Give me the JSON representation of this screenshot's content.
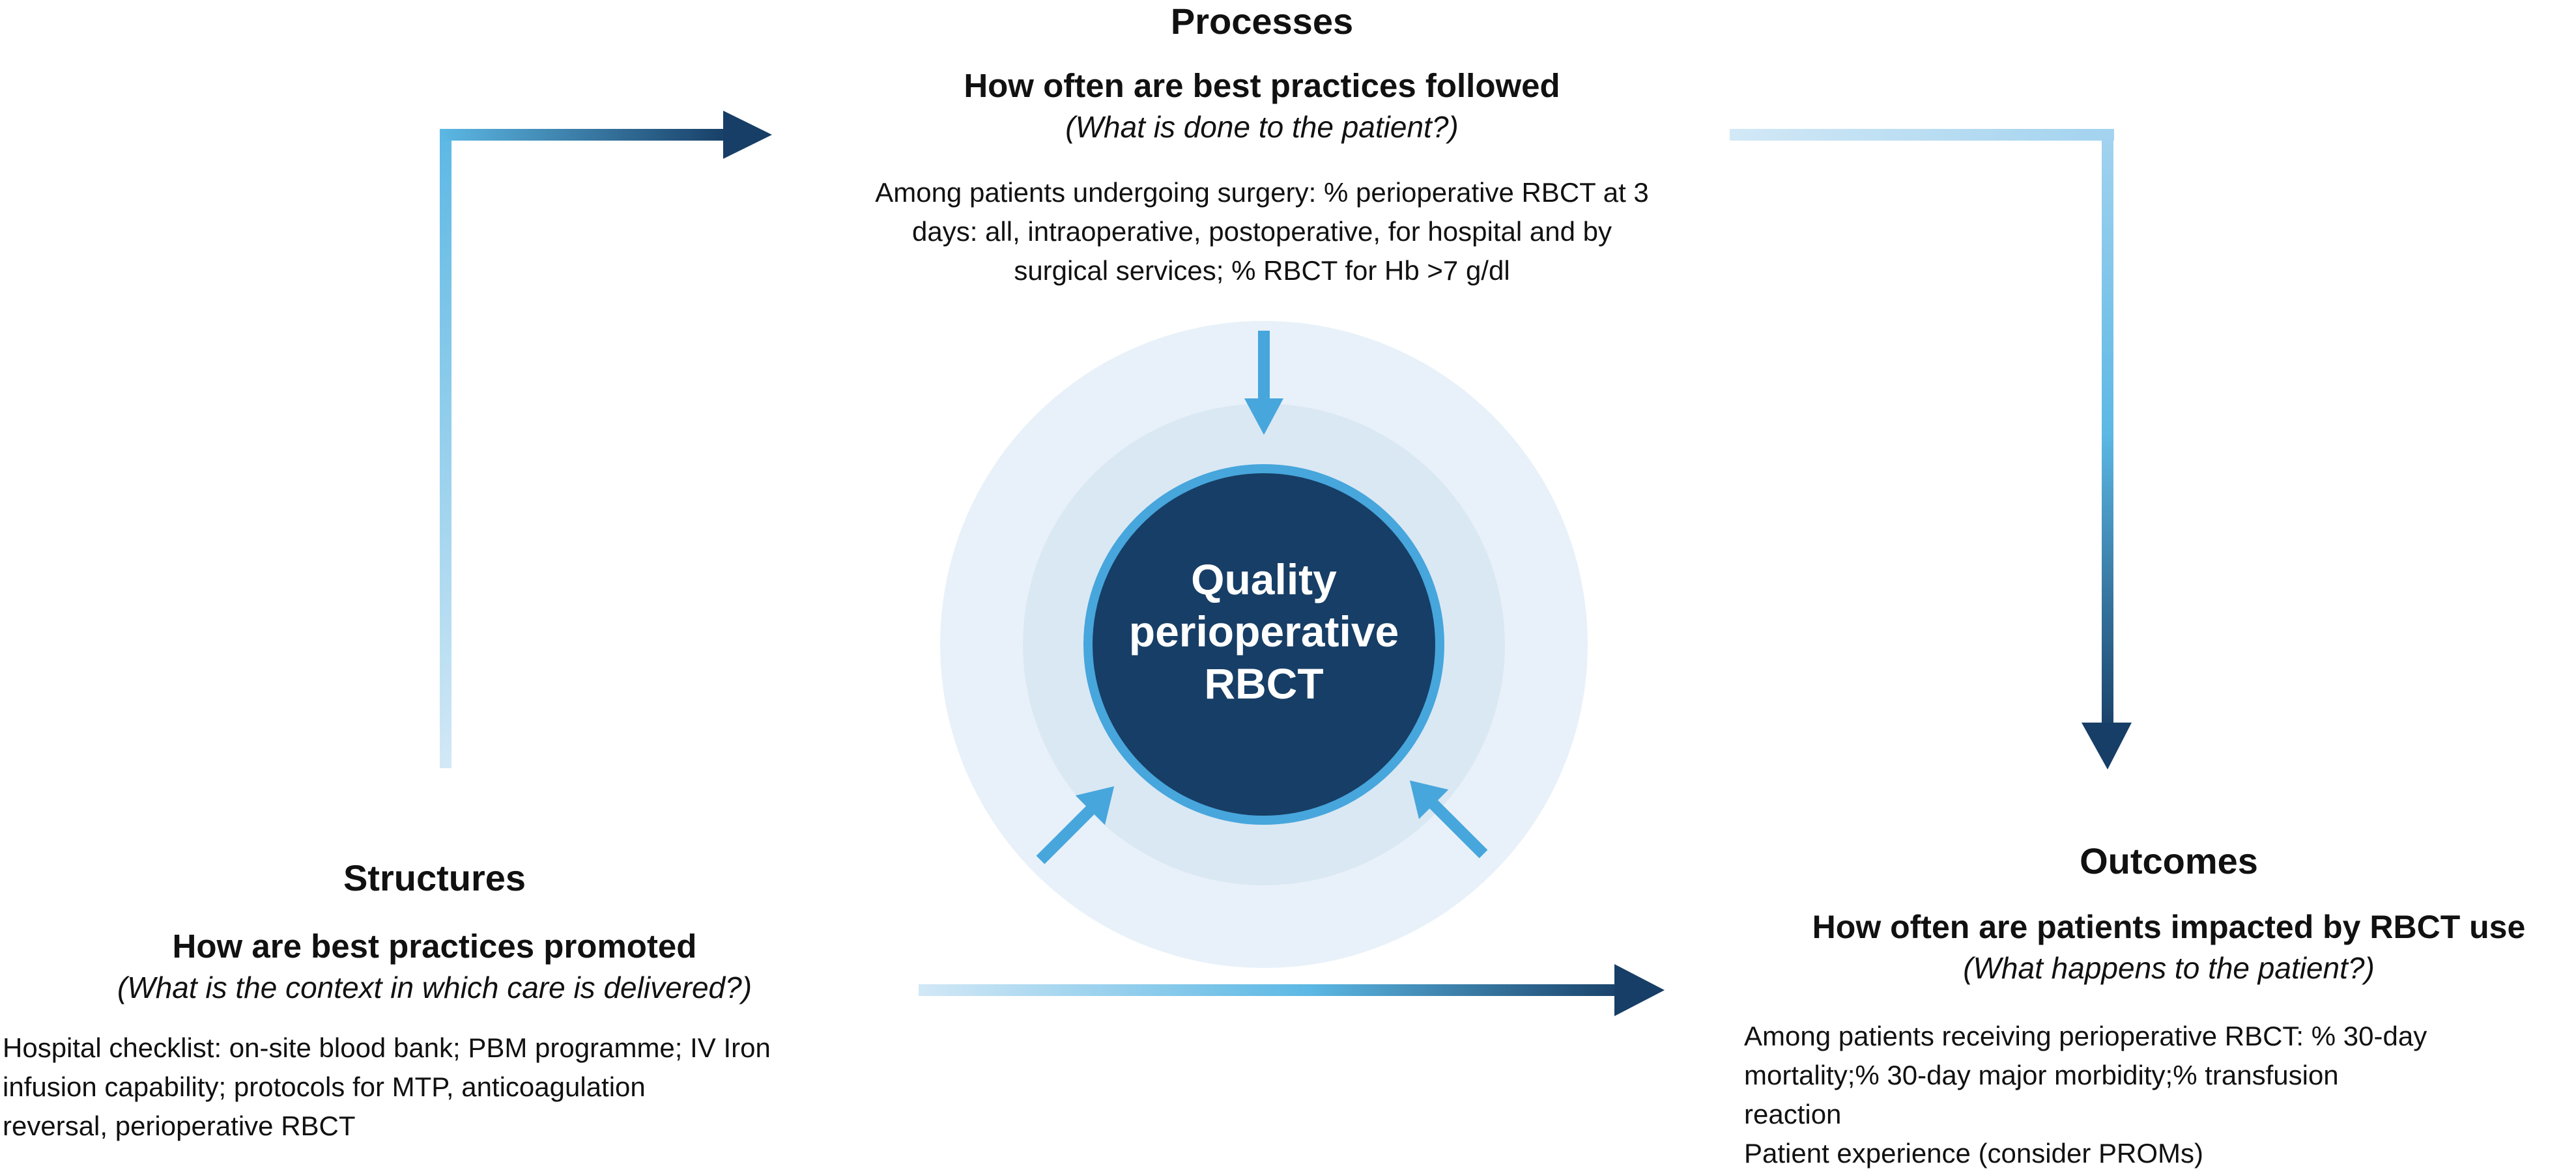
{
  "colors": {
    "dark_navy": "#173e66",
    "accent_blue": "#47a6dc",
    "light_blue": "#cfe6f5",
    "outer_ring": "#e8f1f9",
    "inner_ring": "#dae8f4"
  },
  "center": {
    "lines": [
      "Quality",
      "perioperative",
      "RBCT"
    ]
  },
  "processes": {
    "title": "Processes",
    "subtitle": "How often are best practices followed",
    "question": "(What is done to the patient?)",
    "lines": [
      "Among patients undergoing surgery: % perioperative RBCT at 3",
      "days: all, intraoperative, postoperative, for hospital and by",
      "surgical services; % RBCT for Hb >7 g/dl"
    ]
  },
  "structures": {
    "title": "Structures",
    "subtitle": "How are best practices promoted",
    "question": "(What is the context in which care is delivered?)",
    "lines": [
      "Hospital checklist: on-site blood bank; PBM programme; IV Iron",
      "infusion capability; protocols for MTP, anticoagulation",
      "reversal, perioperative RBCT"
    ]
  },
  "outcomes": {
    "title": "Outcomes",
    "subtitle": "How often are patients impacted by RBCT use",
    "question": "(What happens to the patient?)",
    "lines": [
      "Among patients receiving perioperative RBCT: % 30-day",
      "mortality;% 30-day major morbidity;% transfusion",
      "reaction",
      "Patient experience (consider PROMs)"
    ]
  }
}
